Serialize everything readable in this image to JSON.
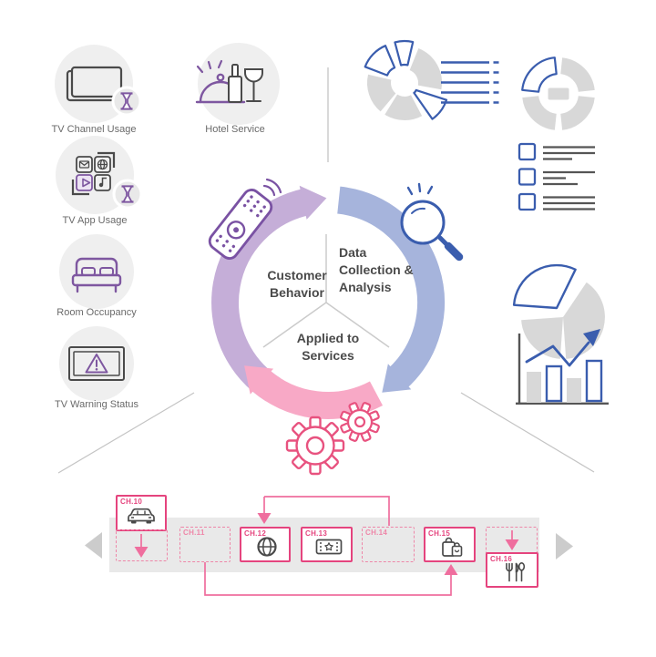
{
  "left_panel": {
    "items": [
      {
        "label": "TV Channel Usage",
        "icon": "tv-with-hourglass-icon"
      },
      {
        "label": "Hotel Service",
        "icon": "service-cloche-icon"
      },
      {
        "label": "TV App Usage",
        "icon": "apps-with-hourglass-icon"
      },
      {
        "label": "Room Occupancy",
        "icon": "bed-icon"
      },
      {
        "label": "TV Warning Status",
        "icon": "tv-warning-icon"
      }
    ]
  },
  "cycle": {
    "segments": [
      {
        "label": "Customer Behavior",
        "icon": "remote-control-icon",
        "color": "#c5aed8"
      },
      {
        "label": "Data Collection & Analysis",
        "icon": "magnifier-icon",
        "color": "#a6b4dc"
      },
      {
        "label": "Applied to Services",
        "icon": "gears-icon",
        "color": "#f8a9c6"
      }
    ]
  },
  "analytics": {
    "icons": [
      "exploded-donut-chart",
      "list-lines",
      "donut-chart-with-center-bar",
      "checklist",
      "pie-chart-exploded-slice",
      "bar-chart-with-trend-arrow"
    ]
  },
  "strip": {
    "prev_arrow": "left-triangle",
    "next_arrow": "right-triangle",
    "channels": [
      {
        "label": "CH.10",
        "style": "solid",
        "icon": "car-icon"
      },
      {
        "label": "CH.11",
        "style": "dashed",
        "icon": null
      },
      {
        "label": "CH.12",
        "style": "solid",
        "icon": "globe-icon"
      },
      {
        "label": "CH.13",
        "style": "solid",
        "icon": "ticket-icon"
      },
      {
        "label": "CH.14",
        "style": "dashed",
        "icon": null
      },
      {
        "label": "CH.15",
        "style": "solid",
        "icon": "shopping-bag-icon"
      },
      {
        "label": "CH.16",
        "style": "solid",
        "icon": "cutlery-icon"
      }
    ]
  },
  "colors": {
    "arc_purple": "#c5aed8",
    "arc_blue": "#a6b4dc",
    "arc_pink": "#f8a9c6",
    "icon_purple": "#7e57a0",
    "chart_blue": "#3a5dae",
    "accent_pink": "#e5447e",
    "connector_pink": "#ef6e9e",
    "gear_pink": "#e8527f",
    "gray_fill": "#d8d8d8",
    "band_gray": "#e9e9e9",
    "circle_gray": "#efefef",
    "dark_icon": "#4a4a4a"
  }
}
